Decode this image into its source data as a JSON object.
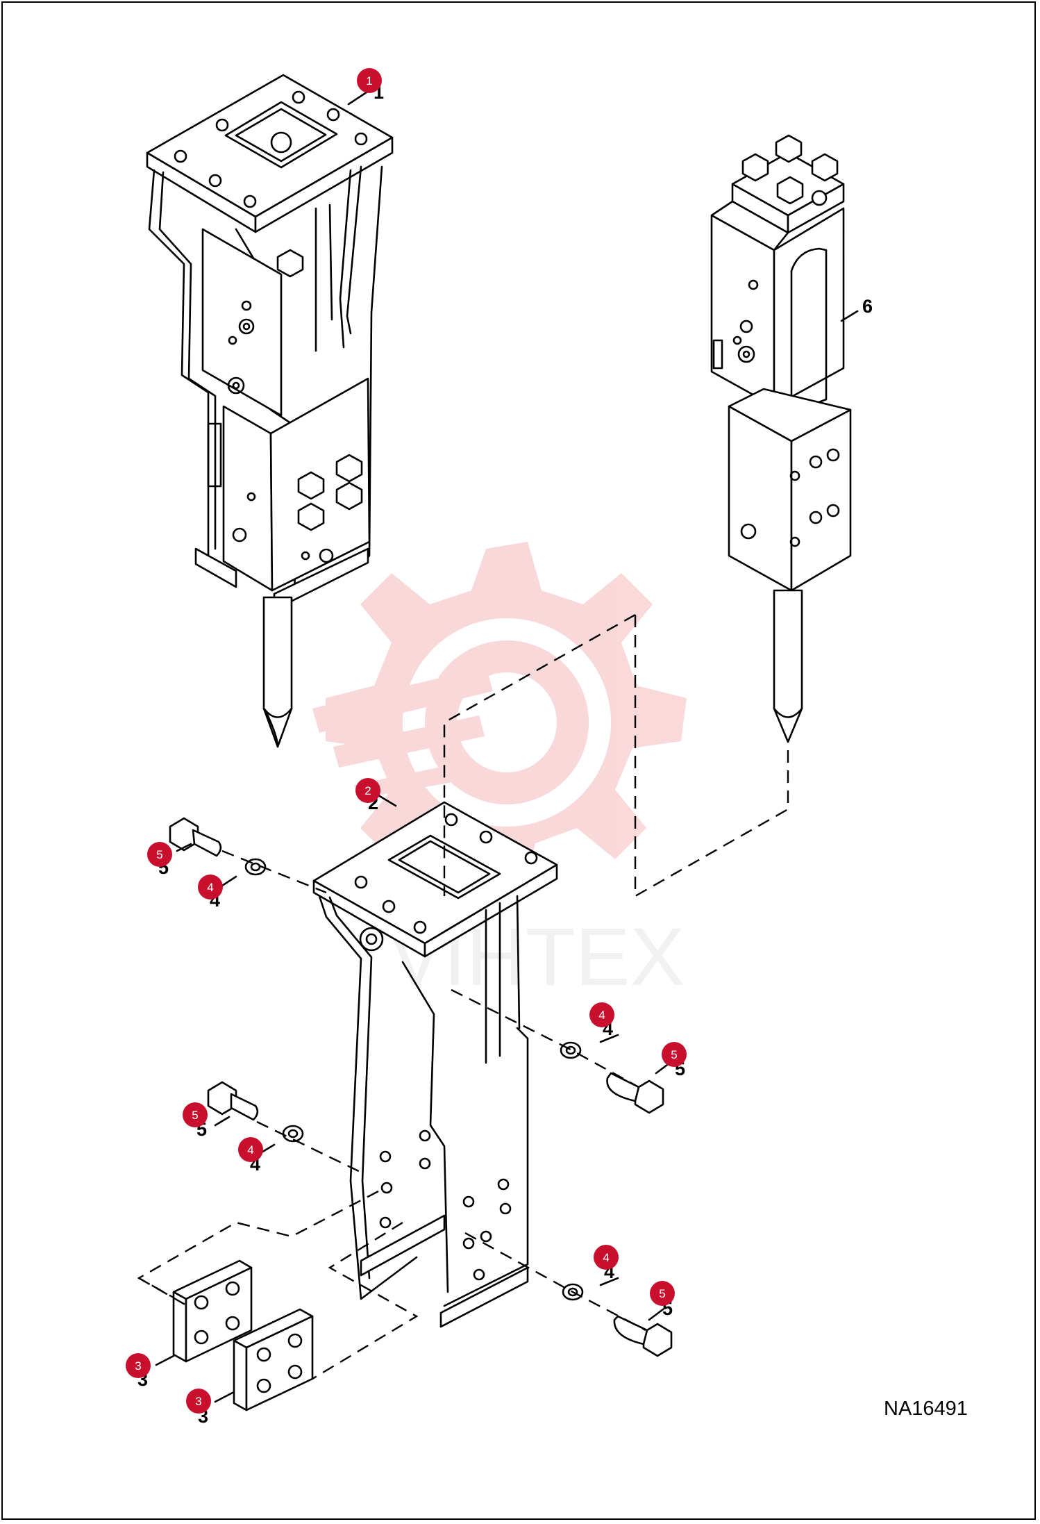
{
  "figure_id": "NA16491",
  "watermark": {
    "text": "VIHTEX",
    "color": "#f6c6c6"
  },
  "badge_color": "#c8102e",
  "callouts": [
    {
      "id": "c1",
      "label": "1",
      "badge": "1"
    },
    {
      "id": "c2",
      "label": "2",
      "badge": "2"
    },
    {
      "id": "c3a",
      "label": "3",
      "badge": "3"
    },
    {
      "id": "c3b",
      "label": "3",
      "badge": "3"
    },
    {
      "id": "c4a",
      "label": "4",
      "badge": "4"
    },
    {
      "id": "c4b",
      "label": "4",
      "badge": "4"
    },
    {
      "id": "c4c",
      "label": "4",
      "badge": "4"
    },
    {
      "id": "c4d",
      "label": "4",
      "badge": "4"
    },
    {
      "id": "c5a",
      "label": "5",
      "badge": "5"
    },
    {
      "id": "c5b",
      "label": "5",
      "badge": "5"
    },
    {
      "id": "c5c",
      "label": "5",
      "badge": "5"
    },
    {
      "id": "c5d",
      "label": "5",
      "badge": "5"
    },
    {
      "id": "c6",
      "label": "6",
      "badge": ""
    }
  ]
}
